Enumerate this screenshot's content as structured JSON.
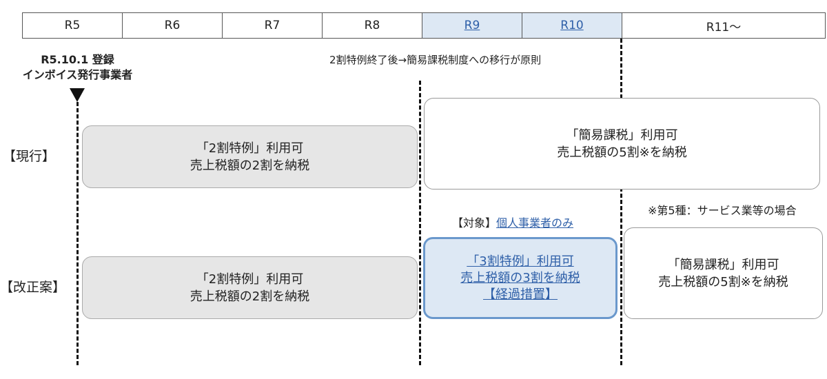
{
  "timeline": [
    "R5",
    "R6",
    "R7",
    "R8",
    "R9",
    "R10",
    "R11〜"
  ],
  "registration": {
    "line1": "R5.10.1 登録",
    "line2": "インボイス発行事業者"
  },
  "transition_note": "2割特例終了後→簡易課税制度への移行が原則",
  "rows": {
    "current": "【現行】",
    "proposal": "【改正案】"
  },
  "current": {
    "special": {
      "line1": "「2割特例」利用可",
      "line2": "売上税額の2割を納税"
    },
    "simplified": {
      "line1": "「簡易課税」利用可",
      "line2": "売上税額の5割※を納税"
    }
  },
  "proposal": {
    "special": {
      "line1": "「2割特例」利用可",
      "line2": "売上税額の2割を納税"
    },
    "target_label": "【対象】",
    "target_value": "個人事業者のみ",
    "transitional": {
      "line1": "「3割特例」利用可",
      "line2": "売上税額の3割を納税",
      "line3": "【経過措置】"
    },
    "footnote": "※第5種：サービス業等の場合",
    "simplified": {
      "line1": "「簡易課税」利用可",
      "line2": "売上税額の5割※を納税"
    }
  },
  "colors": {
    "highlight": "#dde8f4",
    "accent": "#2e5fa8",
    "border_blue": "#6a98cc",
    "gray_box": "#e6e6e6"
  }
}
